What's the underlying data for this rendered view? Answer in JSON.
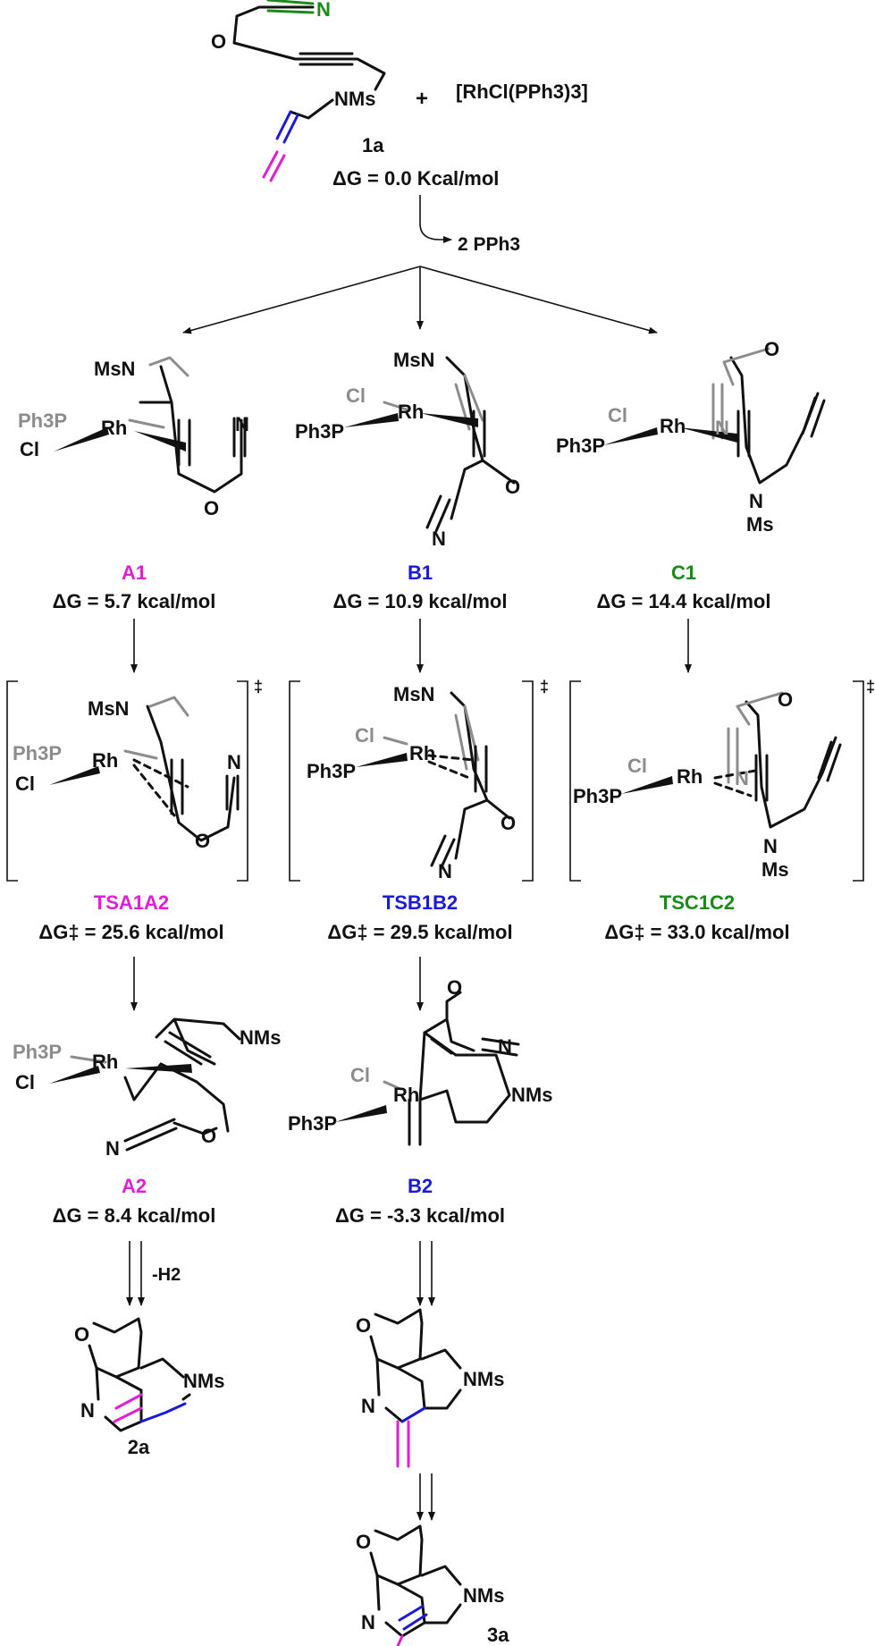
{
  "colors": {
    "text": "#111111",
    "magenta": "#e020d0",
    "blue": "#1a1ad8",
    "green": "#1a8a1a",
    "gray": "#8c8c8c"
  },
  "start": {
    "reagent": "[RhCl(PPh3)3]",
    "plus": "+",
    "compound": "1a",
    "dg": "ΔG = 0.0 Kcal/mol",
    "loss": "2 PPh3",
    "atoms": {
      "N_nitrile": "N",
      "O": "O",
      "NMs": "NMs"
    }
  },
  "paths": [
    {
      "id": "A",
      "int1": {
        "name": "A1",
        "dg": "ΔG = 5.7 kcal/mol"
      },
      "ts": {
        "name": "TSA1A2",
        "dg": "ΔG‡ = 25.6 kcal/mol"
      },
      "int2": {
        "name": "A2",
        "dg": "ΔG = 8.4 kcal/mol"
      },
      "step": "-H2",
      "product": "2a"
    },
    {
      "id": "B",
      "int1": {
        "name": "B1",
        "dg": "ΔG = 10.9 kcal/mol"
      },
      "ts": {
        "name": "TSB1B2",
        "dg": "ΔG‡ = 29.5 kcal/mol"
      },
      "int2": {
        "name": "B2",
        "dg": "ΔG = -3.3 kcal/mol"
      },
      "product": "3a"
    },
    {
      "id": "C",
      "int1": {
        "name": "C1",
        "dg": "ΔG = 14.4 kcal/mol"
      },
      "ts": {
        "name": "TSC1C2",
        "dg": "ΔG‡ = 33.0 kcal/mol"
      }
    }
  ],
  "atoms": {
    "msn": "MsN",
    "nms": "NMs",
    "ph3p": "Ph3P",
    "rh": "Rh",
    "cl": "Cl",
    "n": "N",
    "o": "O",
    "ms": "Ms",
    "ts_mark": "‡"
  }
}
